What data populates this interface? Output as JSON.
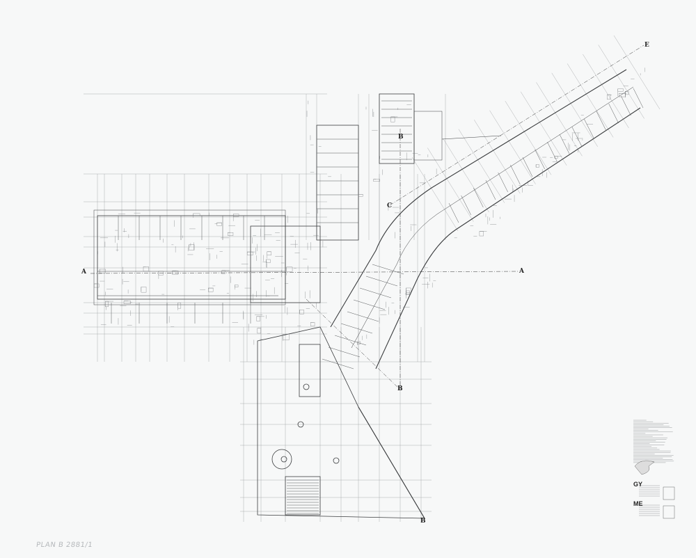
{
  "sheet": {
    "section_labels": {
      "a_left": "A",
      "a_right": "A",
      "b_upper": "B",
      "b_right": "B",
      "b_diag": "B",
      "e_top": "E",
      "c_mid": "C"
    },
    "title_block": {
      "firm_1_code": "GY",
      "firm_2_code": "ME"
    },
    "pencil_note": "PLAN B 2881/1"
  }
}
